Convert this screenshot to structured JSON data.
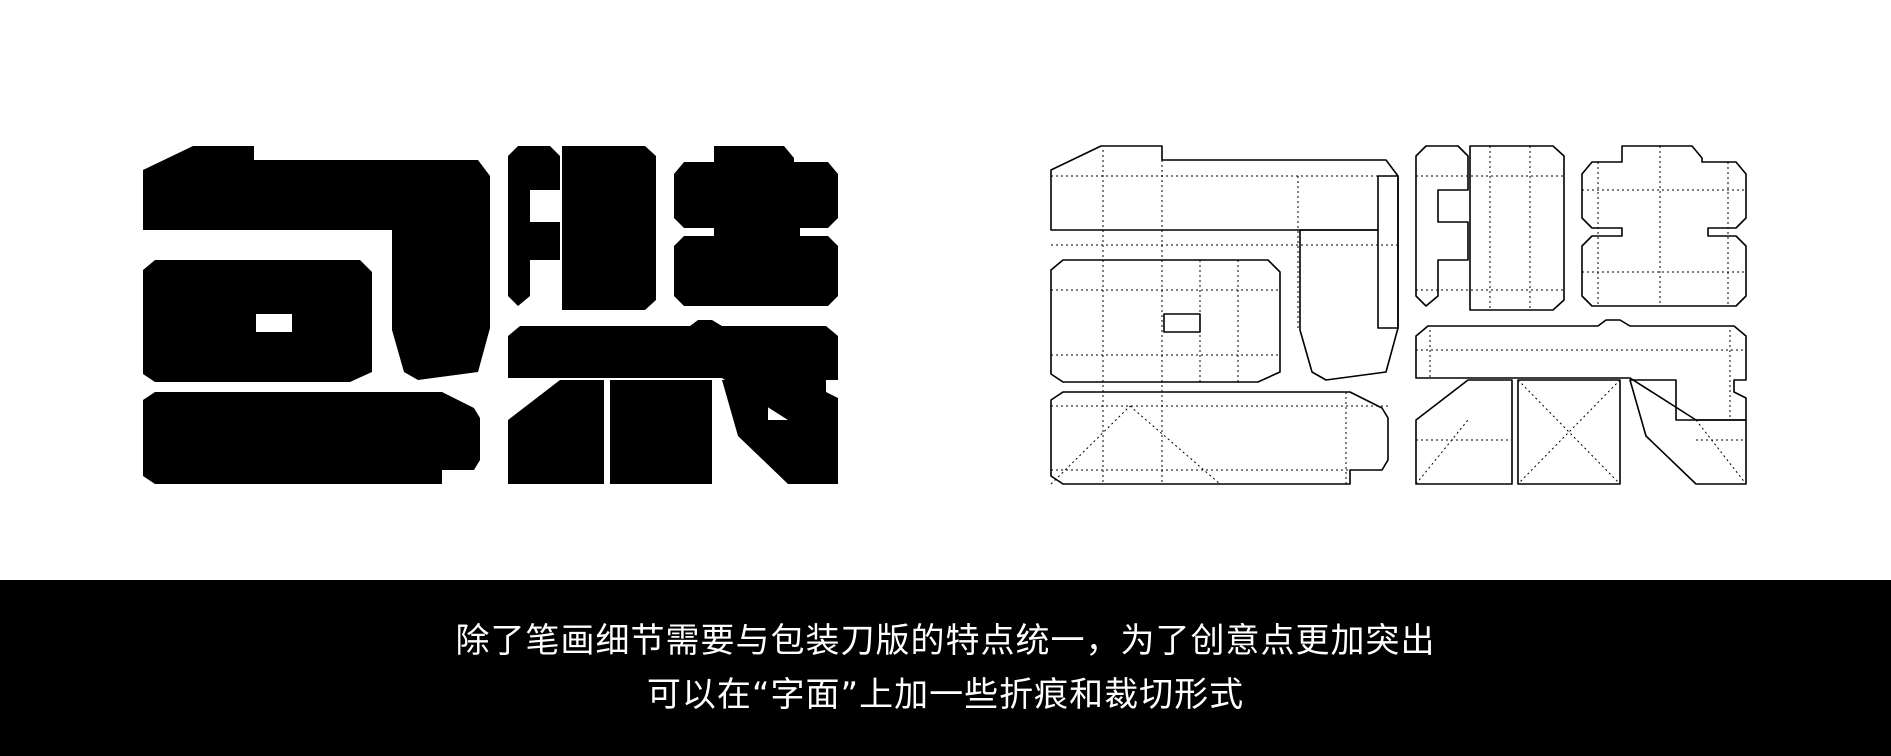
{
  "colors": {
    "background": "#ffffff",
    "ink": "#000000",
    "band": "#000000",
    "caption_text": "#ffffff"
  },
  "artwork": {
    "solid_glyphs_icon": "solid-black-lettering",
    "dieline_glyphs_icon": "dieline-outline-lettering"
  },
  "caption": {
    "line1": "除了笔画细节需要与包装刀版的特点统一，为了创意点更加突出",
    "line2": "可以在“字面”上加一些折痕和裁切形式"
  }
}
